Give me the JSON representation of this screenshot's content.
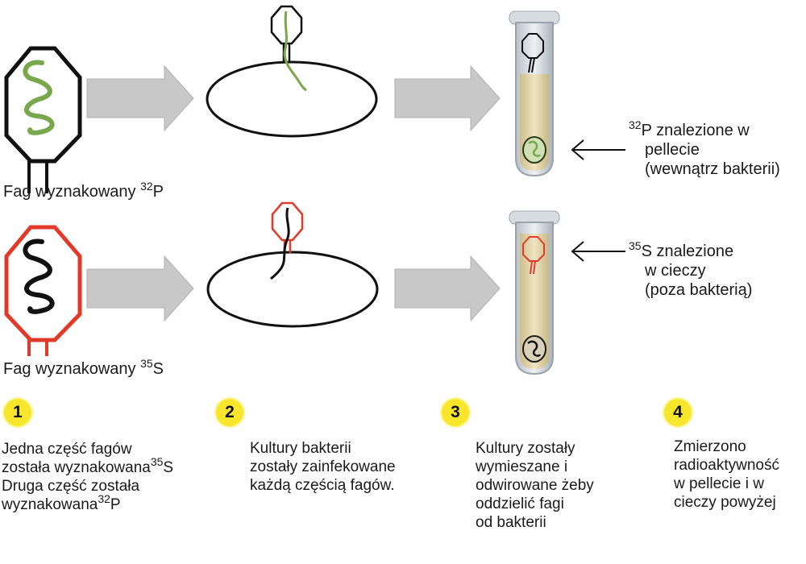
{
  "colors": {
    "p32_phage": "#78a84b",
    "s35_phage": "#e23a2a",
    "dna_dark": "#111111",
    "arrow_fill": "#c8c8c8",
    "badge": "#f7e62c",
    "tube_liquid": "#e6d7a8"
  },
  "labels": {
    "phage_p": {
      "prefix": "Fag wyznakowany ",
      "iso": "32",
      "el": "P"
    },
    "phage_s": {
      "prefix": "Fag wyznakowany ",
      "iso": "35",
      "el": "S"
    },
    "result_p": {
      "iso": "32",
      "el": "P",
      "line1": " znalezione w",
      "line2": "pellecie",
      "line3": "(wewnątrz bakterii)"
    },
    "result_s": {
      "iso": "35",
      "el": "S",
      "line1": " znalezione",
      "line2": "w cieczy",
      "line3": "(poza bakterią)"
    }
  },
  "steps": [
    {
      "number": "1",
      "line1a": "Jedna część fagów",
      "line2a": "została wyznakowana",
      "line2iso": "35",
      "line2el": "S",
      "line3": "Druga część została",
      "line4a": "wyznakowana",
      "line4iso": "32",
      "line4el": "P"
    },
    {
      "number": "2",
      "text": "Kultury bakterii\nzostały zainfekowane\nkażdą częścią fagów."
    },
    {
      "number": "3",
      "text": "Kultury zostały\nwymieszane i\nodwirowane żeby\noddzielić fagi\nod bakterii"
    },
    {
      "number": "4",
      "text": "Zmierzono\nradioaktywność\nw pellecie i w\ncieczy powyżej"
    }
  ]
}
